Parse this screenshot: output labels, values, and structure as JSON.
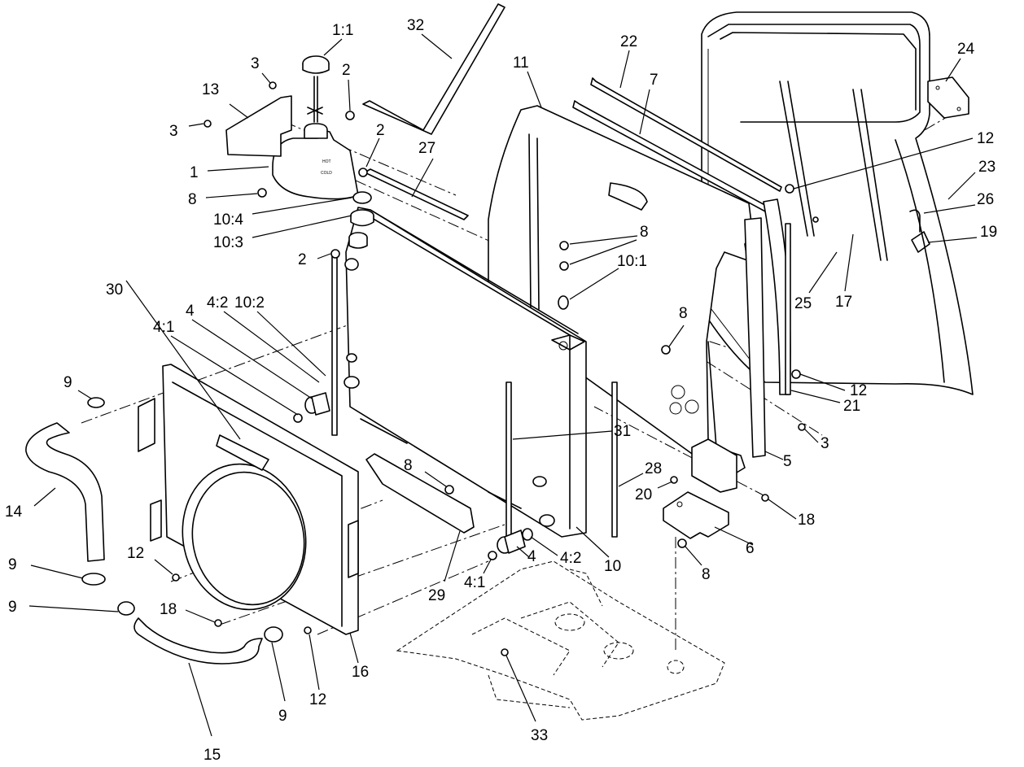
{
  "tank_markings": {
    "hot": "HOT",
    "cold": "COLD"
  },
  "callouts": [
    {
      "id": "c1_1",
      "text": "1:1"
    },
    {
      "id": "c32",
      "text": "32"
    },
    {
      "id": "c11",
      "text": "11"
    },
    {
      "id": "c22",
      "text": "22"
    },
    {
      "id": "c7",
      "text": "7"
    },
    {
      "id": "c24",
      "text": "24"
    },
    {
      "id": "c3a",
      "text": "3"
    },
    {
      "id": "c2a",
      "text": "2"
    },
    {
      "id": "c13",
      "text": "13"
    },
    {
      "id": "c3b",
      "text": "3"
    },
    {
      "id": "c2b",
      "text": "2"
    },
    {
      "id": "c27",
      "text": "27"
    },
    {
      "id": "c1",
      "text": "1"
    },
    {
      "id": "c8a",
      "text": "8"
    },
    {
      "id": "c10_4",
      "text": "10:4"
    },
    {
      "id": "c10_3",
      "text": "10:3"
    },
    {
      "id": "c2c",
      "text": "2"
    },
    {
      "id": "c12a",
      "text": "12"
    },
    {
      "id": "c23",
      "text": "23"
    },
    {
      "id": "c26",
      "text": "26"
    },
    {
      "id": "c19",
      "text": "19"
    },
    {
      "id": "c25",
      "text": "25"
    },
    {
      "id": "c17",
      "text": "17"
    },
    {
      "id": "c8b",
      "text": "8"
    },
    {
      "id": "c10_1",
      "text": "10:1"
    },
    {
      "id": "c10_2",
      "text": "10:2"
    },
    {
      "id": "c4_2a",
      "text": "4:2"
    },
    {
      "id": "c4a",
      "text": "4"
    },
    {
      "id": "c4_1a",
      "text": "4:1"
    },
    {
      "id": "c30",
      "text": "30"
    },
    {
      "id": "c8c",
      "text": "8"
    },
    {
      "id": "c9a",
      "text": "9"
    },
    {
      "id": "c12b",
      "text": "12"
    },
    {
      "id": "c21",
      "text": "21"
    },
    {
      "id": "c31",
      "text": "31"
    },
    {
      "id": "c3c",
      "text": "3"
    },
    {
      "id": "c5",
      "text": "5"
    },
    {
      "id": "c14",
      "text": "14"
    },
    {
      "id": "c8d",
      "text": "8"
    },
    {
      "id": "c28",
      "text": "28"
    },
    {
      "id": "c20",
      "text": "20"
    },
    {
      "id": "c18a",
      "text": "18"
    },
    {
      "id": "c6",
      "text": "6"
    },
    {
      "id": "c12c",
      "text": "12"
    },
    {
      "id": "c9b",
      "text": "9"
    },
    {
      "id": "c4b",
      "text": "4"
    },
    {
      "id": "c4_2b",
      "text": "4:2"
    },
    {
      "id": "c10",
      "text": "10"
    },
    {
      "id": "c8e",
      "text": "8"
    },
    {
      "id": "c4_1b",
      "text": "4:1"
    },
    {
      "id": "c29",
      "text": "29"
    },
    {
      "id": "c9c",
      "text": "9"
    },
    {
      "id": "c18b",
      "text": "18"
    },
    {
      "id": "c16",
      "text": "16"
    },
    {
      "id": "c9d",
      "text": "9"
    },
    {
      "id": "c12d",
      "text": "12"
    },
    {
      "id": "c15",
      "text": "15"
    },
    {
      "id": "c33",
      "text": "33"
    }
  ]
}
